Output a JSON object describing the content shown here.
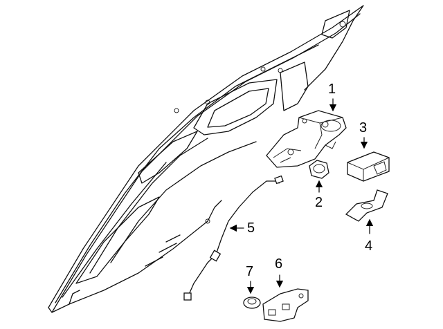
{
  "labels": {
    "p1": "1",
    "p2": "2",
    "p3": "3",
    "p4": "4",
    "p5": "5",
    "p6": "6",
    "p7": "7"
  }
}
